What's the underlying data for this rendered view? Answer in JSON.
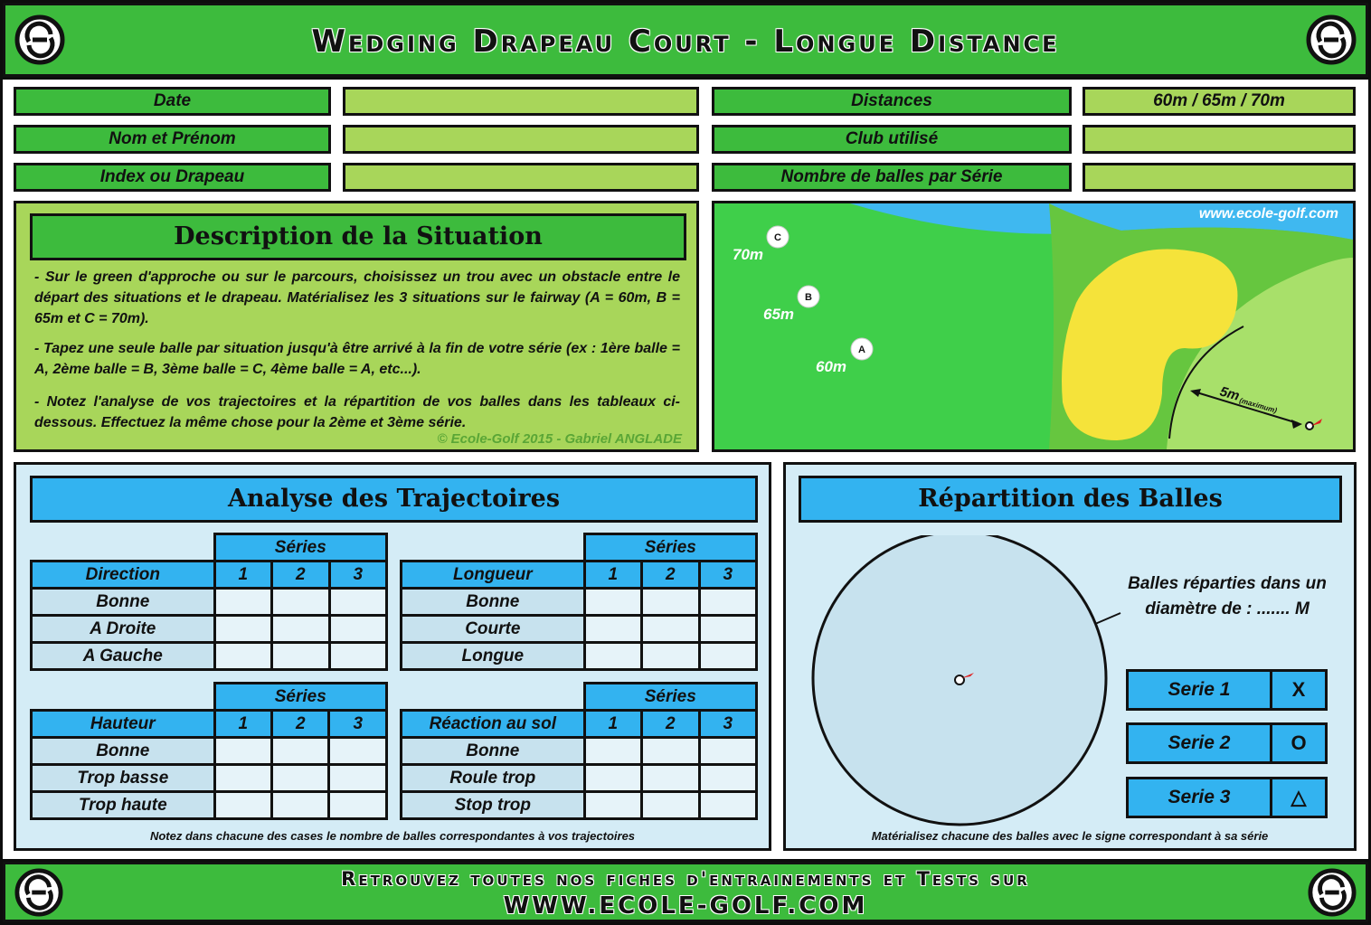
{
  "header": {
    "title": "Wedging Drapeau Court - Longue Distance"
  },
  "info": {
    "left": [
      {
        "label": "Date",
        "value": ""
      },
      {
        "label": "Nom et Prénom",
        "value": ""
      },
      {
        "label": "Index ou Drapeau",
        "value": ""
      }
    ],
    "right": [
      {
        "label": "Distances",
        "value": "60m / 65m / 70m"
      },
      {
        "label": "Club utilisé",
        "value": ""
      },
      {
        "label": "Nombre de balles par Série",
        "value": ""
      }
    ]
  },
  "description": {
    "title": "Description de la Situation",
    "paragraphs": [
      "- Sur le green d'approche ou sur le parcours, choisissez un trou avec un obstacle entre le départ des situations et le drapeau. Matérialisez les 3 situations sur le fairway (A = 60m, B = 65m et C = 70m).",
      "- Tapez une seule balle par situation jusqu'à être arrivé à la fin de votre série (ex : 1ère balle = A, 2ème balle = B, 3ème balle = C, 4ème balle = A, etc...).",
      "- Notez l'analyse de vos trajectoires et la répartition de vos balles dans les tableaux ci-dessous. Effectuez la même chose pour la 2ème et 3ème série."
    ],
    "copyright": "© Ecole-Golf 2015 - Gabriel ANGLADE"
  },
  "map": {
    "website": "www.ecole-golf.com",
    "points": [
      {
        "letter": "C",
        "distance": "70m"
      },
      {
        "letter": "B",
        "distance": "65m"
      },
      {
        "letter": "A",
        "distance": "60m"
      }
    ],
    "radius_label": "5m",
    "radius_note": "(maximum)"
  },
  "analysis": {
    "title": "Analyse des Trajectoires",
    "series_label": "Séries",
    "series": [
      "1",
      "2",
      "3"
    ],
    "tables": [
      {
        "header": "Direction",
        "rows": [
          "Bonne",
          "A Droite",
          "A Gauche"
        ]
      },
      {
        "header": "Longueur",
        "rows": [
          "Bonne",
          "Courte",
          "Longue"
        ]
      },
      {
        "header": "Hauteur",
        "rows": [
          "Bonne",
          "Trop basse",
          "Trop haute"
        ]
      },
      {
        "header": "Réaction au sol",
        "rows": [
          "Bonne",
          "Roule trop",
          "Stop trop"
        ]
      }
    ],
    "note": "Notez dans chacune des cases le nombre de balles correspondantes à vos trajectoires"
  },
  "repartition": {
    "title": "Répartition des Balles",
    "text_line1": "Balles réparties dans un",
    "text_line2": "diamètre de : ....... M",
    "series": [
      {
        "label": "Serie 1",
        "symbol": "X"
      },
      {
        "label": "Serie 2",
        "symbol": "O"
      },
      {
        "label": "Serie 3",
        "symbol": "△"
      }
    ],
    "note": "Matérialisez chacune des balles avec le signe correspondant à sa série"
  },
  "footer": {
    "line1": "Retrouvez toutes nos fiches d'entrainements et Tests sur",
    "line2": "WWW.ECOLE-GOLF.COM"
  },
  "colors": {
    "green": "#3dbb3d",
    "light_green": "#a8d65a",
    "blue": "#33b3f0",
    "light_blue": "#d4ecf6",
    "sand": "#f5e33a",
    "water": "#3fb8f0"
  }
}
